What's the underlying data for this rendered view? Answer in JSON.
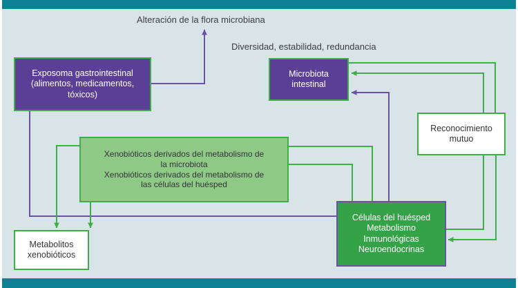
{
  "figure": {
    "background_color": "#d8e4e8",
    "accent_bar_color": "#0e8295",
    "purple": "#5b3f96",
    "green_light": "#8fc986",
    "green_dark": "#34a247",
    "green_border": "#3fae49",
    "purple_border": "#6a51a3"
  },
  "captions": {
    "alteracion": "Alteración de la flora microbiana",
    "diversidad": "Diversidad, estabilidad, redundancia"
  },
  "nodes": {
    "exposoma": {
      "line1": "Exposoma gastrointestinal",
      "line2": "(alimentos, medicamentos,",
      "line3": "tóxicos)",
      "style": "purple"
    },
    "microbiota": {
      "line1": "Microbiota",
      "line2": "intestinal",
      "style": "purple"
    },
    "xenobioticos": {
      "line1": "Xenobióticos derivados del metabolismo de",
      "line2": "la microbiota",
      "line3": "Xenobióticos derivados del metabolismo de",
      "line4": "las células del huésped",
      "style": "green-light"
    },
    "celulas": {
      "line1": "Células del huésped",
      "line2": "Metabolismo",
      "line3": "Inmunológicas",
      "line4": "Neuroendocrinas",
      "style": "green-dark"
    },
    "reconocimiento": {
      "line1": "Reconocimiento",
      "line2": "mutuo",
      "style": "white"
    },
    "metabolitos": {
      "line1": "Metabolitos",
      "line2": "xenobióticos",
      "style": "white"
    }
  }
}
